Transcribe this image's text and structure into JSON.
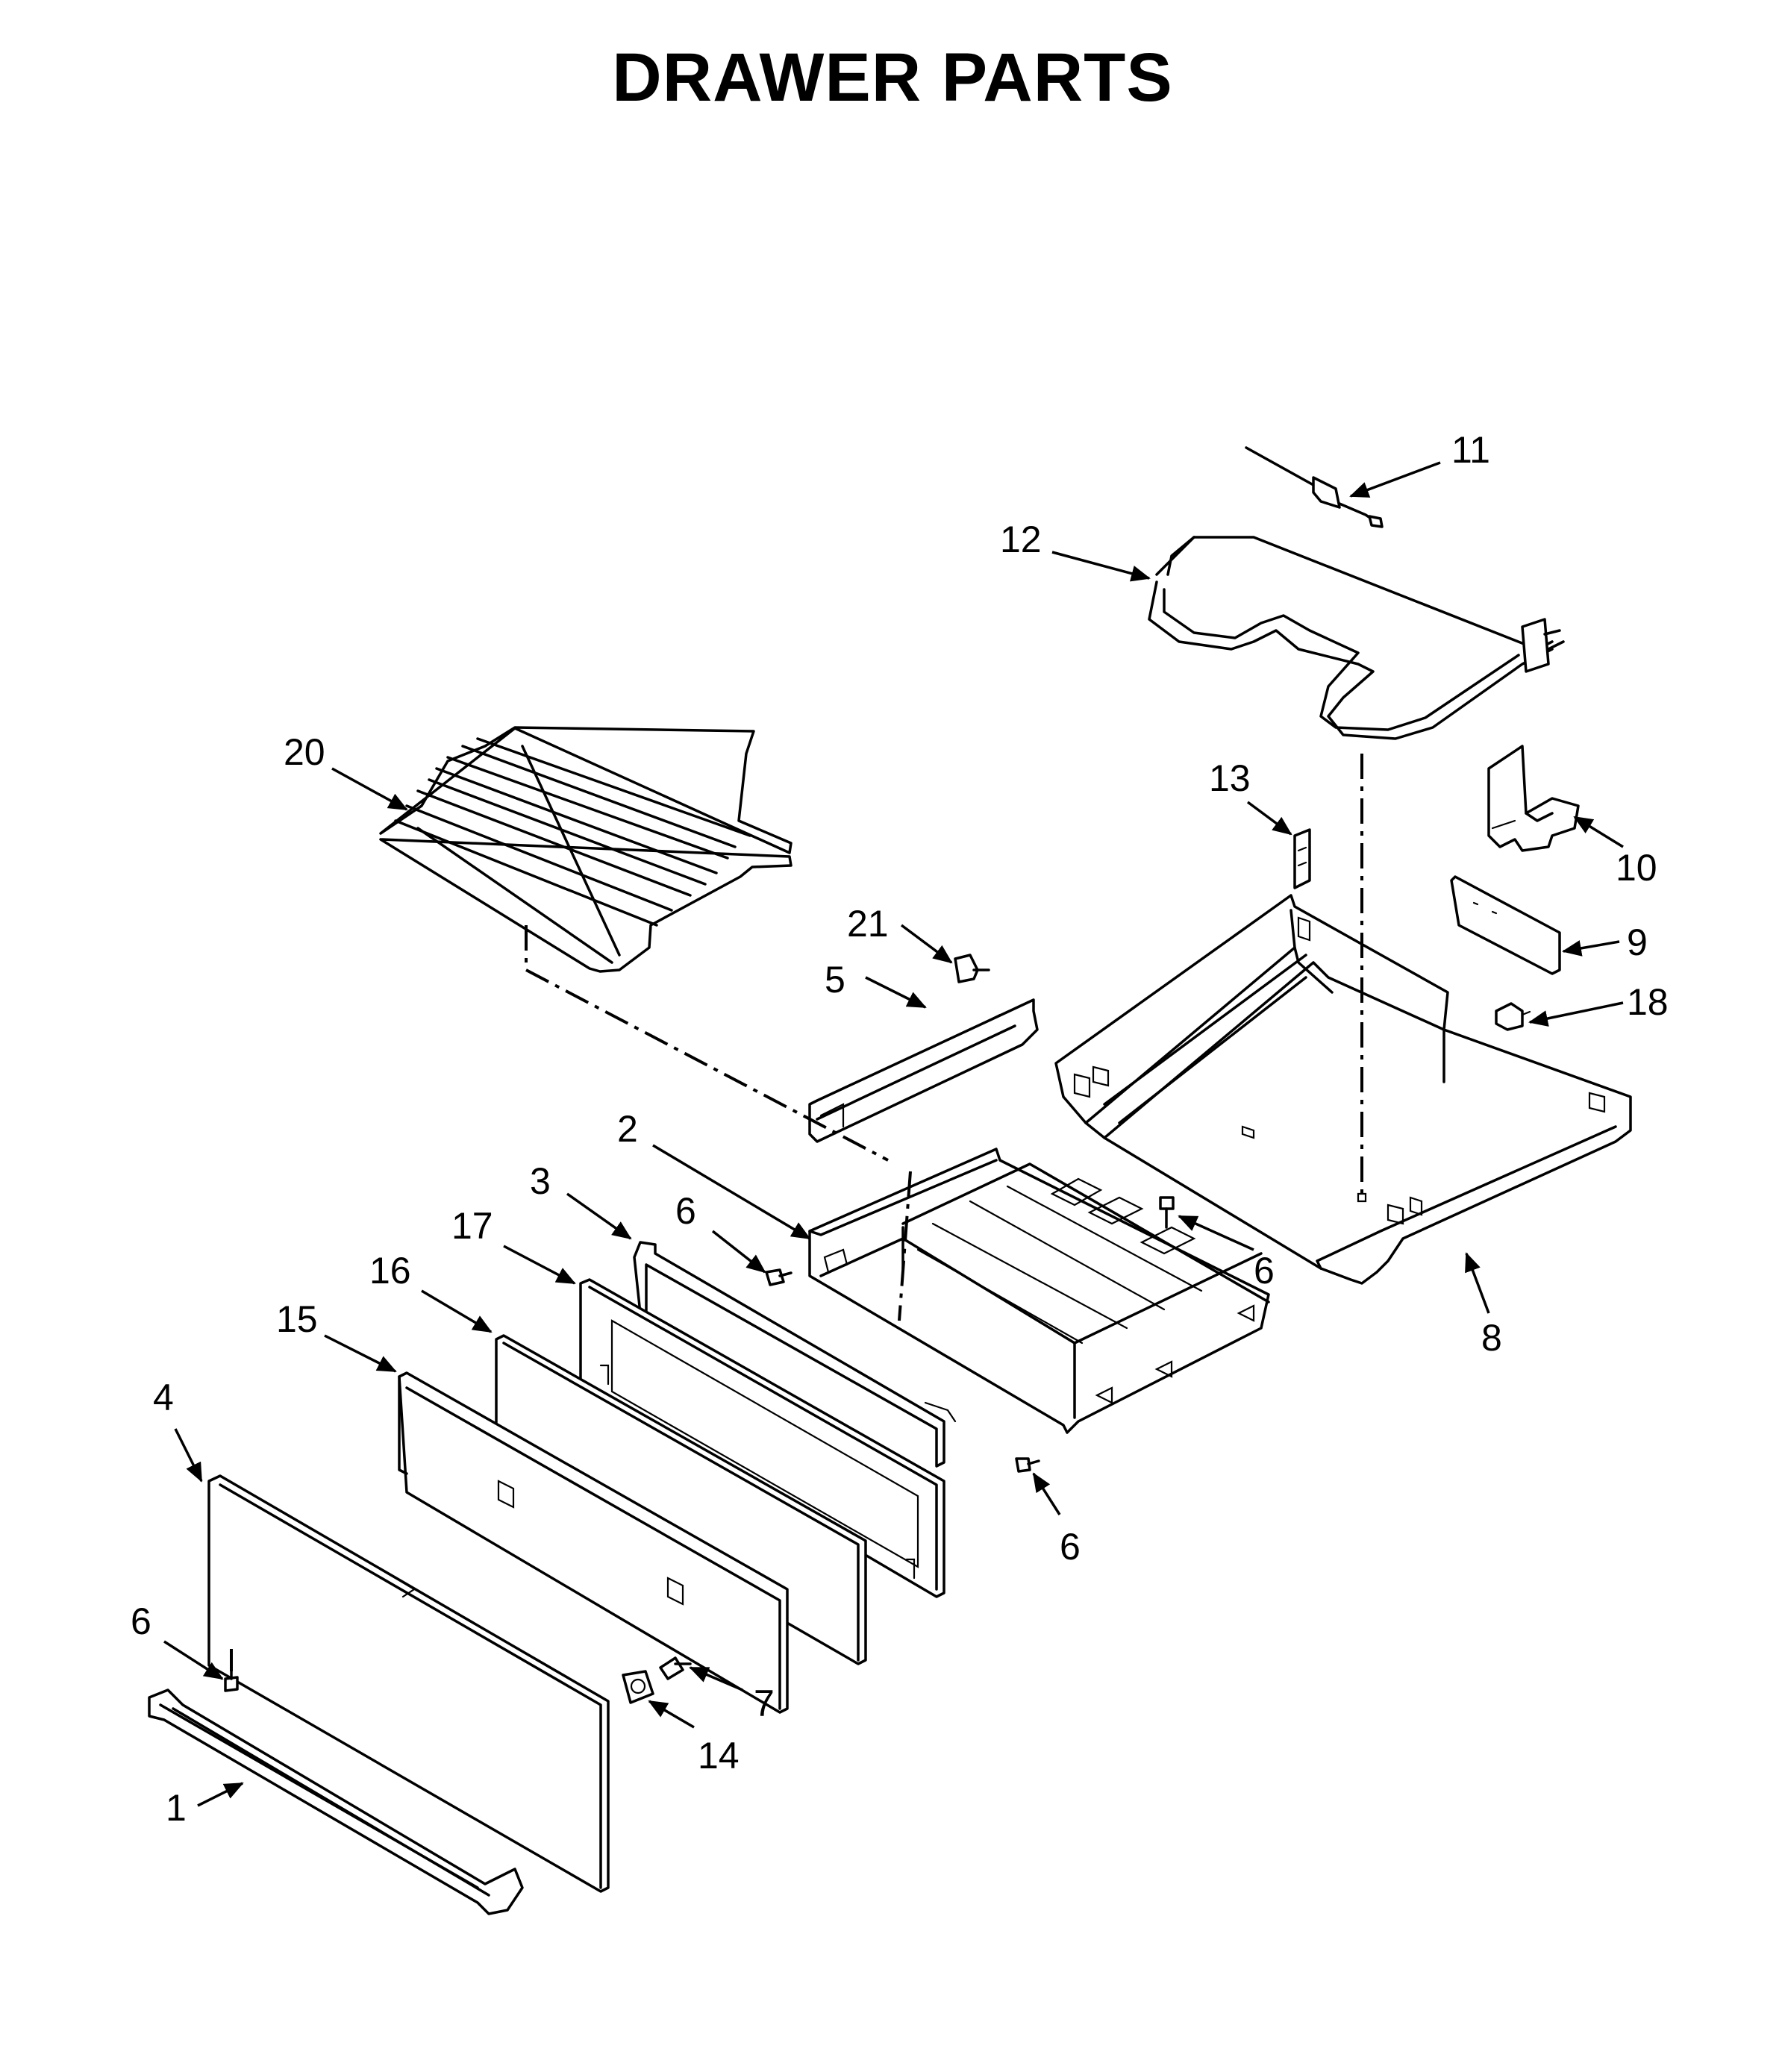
{
  "title": "DRAWER PARTS",
  "callouts": {
    "c1": "1",
    "c2": "2",
    "c3": "3",
    "c4": "4",
    "c5": "5",
    "c6a": "6",
    "c6b": "6",
    "c6c": "6",
    "c6d": "6",
    "c7": "7",
    "c8": "8",
    "c9": "9",
    "c10": "10",
    "c11": "11",
    "c12": "12",
    "c13": "13",
    "c14": "14",
    "c15": "15",
    "c16": "16",
    "c17": "17",
    "c18": "18",
    "c20": "20",
    "c21": "21"
  }
}
